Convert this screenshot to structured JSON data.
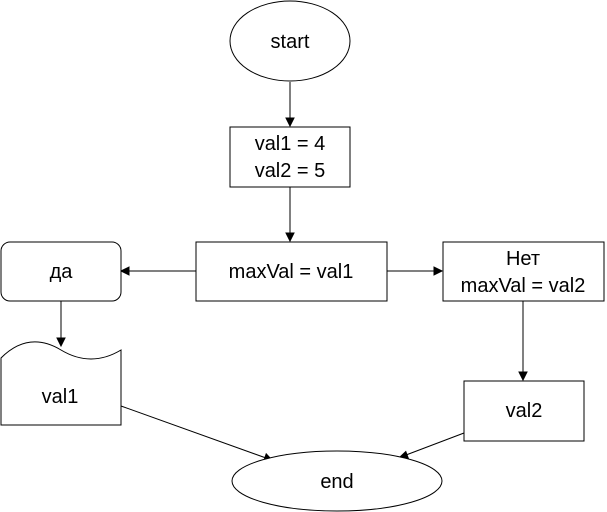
{
  "nodes": {
    "start": {
      "label": "start"
    },
    "init": {
      "line1": "val1 = 4",
      "line2": "val2 = 5"
    },
    "assign": {
      "label": "maxVal = val1"
    },
    "yes": {
      "label": "да"
    },
    "no": {
      "line1": "Нет",
      "line2": "maxVal = val2"
    },
    "out_val1": {
      "label": "val1"
    },
    "out_val2": {
      "label": "val2"
    },
    "end": {
      "label": "end"
    }
  },
  "edges": [
    {
      "from": "start",
      "to": "init"
    },
    {
      "from": "init",
      "to": "assign"
    },
    {
      "from": "assign",
      "to": "yes"
    },
    {
      "from": "assign",
      "to": "no"
    },
    {
      "from": "yes",
      "to": "out_val1"
    },
    {
      "from": "no",
      "to": "out_val2"
    },
    {
      "from": "out_val1",
      "to": "end"
    },
    {
      "from": "out_val2",
      "to": "end"
    }
  ]
}
